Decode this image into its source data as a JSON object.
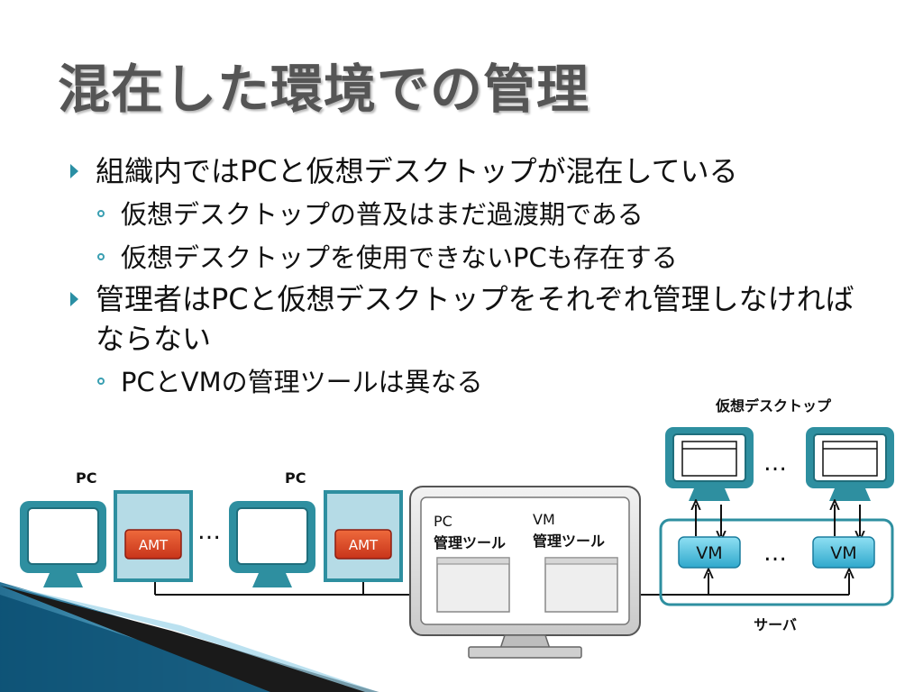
{
  "title": "混在した環境での管理",
  "bullets": [
    {
      "text": "組織内ではPCと仮想デスクトップが混在している",
      "subs": [
        "仮想デスクトップの普及はまだ過渡期である",
        "仮想デスクトップを使用できないPCも存在する"
      ]
    },
    {
      "text": "管理者はPCと仮想デスクトップをそれぞれ管理しなければならない",
      "subs": [
        "PCとVMの管理ツールは異なる"
      ]
    }
  ],
  "diagram": {
    "pc_label": "PC",
    "amt_label": "AMT",
    "ellipsis": "…",
    "console_pc_tool": "PC",
    "console_pc_tool_sub": "管理ツール",
    "console_vm_tool": "VM",
    "console_vm_tool_sub": "管理ツール",
    "vdesk_label": "仮想デスクトップ",
    "vm_label": "VM",
    "server_label": "サーバ"
  },
  "colors": {
    "teal": "#2e8fa0",
    "amt_red": "#d8431f",
    "vm_blue": "#4fc1df",
    "title_gray": "#555555"
  }
}
